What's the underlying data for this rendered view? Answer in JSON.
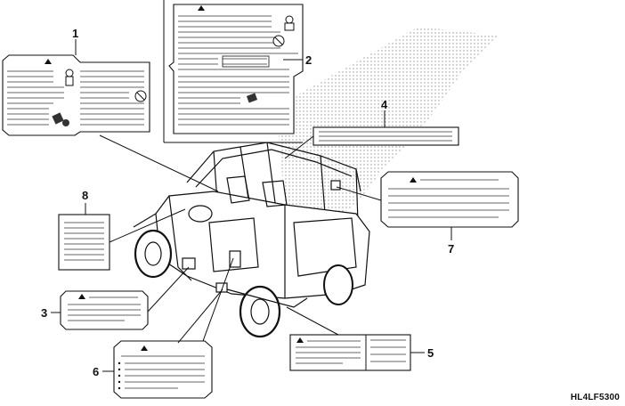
{
  "diagram": {
    "callouts": [
      "1",
      "2",
      "3",
      "4",
      "5",
      "6",
      "7",
      "8"
    ],
    "diagram_code": "HL4LF5300"
  },
  "colors": {
    "line": "#111111",
    "label_fill": "#ffffff",
    "watermark": "#9a9a9a"
  }
}
